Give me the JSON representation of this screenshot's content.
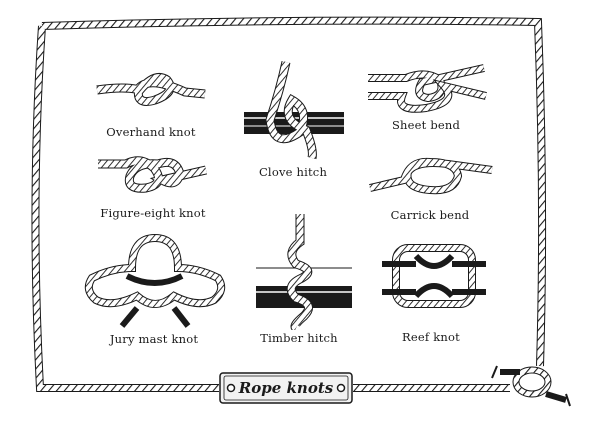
{
  "title": "Rope knots",
  "knots": [
    {
      "id": "overhand",
      "label": "Overhand knot"
    },
    {
      "id": "figure-eight",
      "label": "Figure-eight knot"
    },
    {
      "id": "jury-mast",
      "label": "Jury mast knot"
    },
    {
      "id": "clove-hitch",
      "label": "Clove hitch"
    },
    {
      "id": "timber-hitch",
      "label": "Timber hitch"
    },
    {
      "id": "sheet-bend",
      "label": "Sheet bend"
    },
    {
      "id": "carrick-bend",
      "label": "Carrick bend"
    },
    {
      "id": "reef-knot",
      "label": "Reef knot"
    }
  ],
  "colors": {
    "ink": "#1a1a1a",
    "paper": "#ffffff",
    "plaque": "#f2f2f2"
  }
}
